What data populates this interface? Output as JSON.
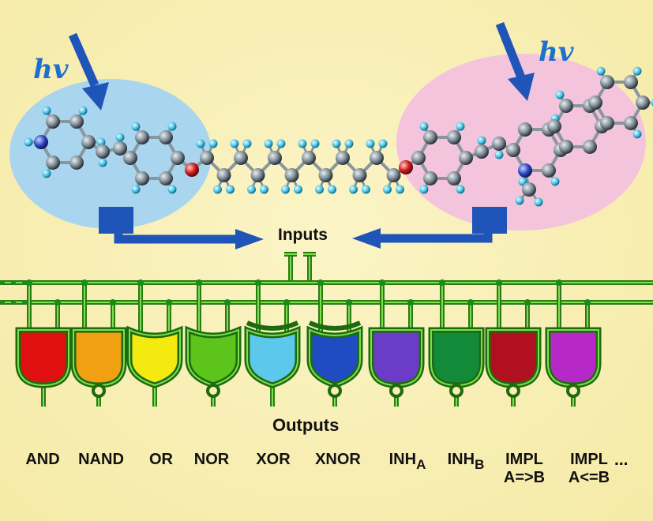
{
  "photon_label": "hv",
  "inputs_label": "Inputs",
  "outputs_label": "Outputs",
  "ellipsis": "...",
  "colors": {
    "left_region": "#a9d6ee",
    "right_region": "#f4c4dc",
    "arrow": "#1f55b8",
    "wire": "#1a8a1a"
  },
  "gates": [
    {
      "label": "AND",
      "sub": "",
      "line2": "",
      "color": "#e01010"
    },
    {
      "label": "NAND",
      "sub": "",
      "line2": "",
      "color": "#f0a010"
    },
    {
      "label": "OR",
      "sub": "",
      "line2": "",
      "color": "#f4ea10"
    },
    {
      "label": "NOR",
      "sub": "",
      "line2": "",
      "color": "#5cc41a"
    },
    {
      "label": "XOR",
      "sub": "",
      "line2": "",
      "color": "#5cc8ec"
    },
    {
      "label": "XNOR",
      "sub": "",
      "line2": "",
      "color": "#1f4cc0"
    },
    {
      "label": "INH",
      "sub": "A",
      "line2": "",
      "color": "#6a3cc8"
    },
    {
      "label": "INH",
      "sub": "B",
      "line2": "",
      "color": "#128a3a"
    },
    {
      "label": "IMPL",
      "sub": "",
      "line2": "A=>B",
      "color": "#b01020"
    },
    {
      "label": "IMPL",
      "sub": "",
      "line2": "A<=B",
      "color": "#b628c8"
    }
  ]
}
